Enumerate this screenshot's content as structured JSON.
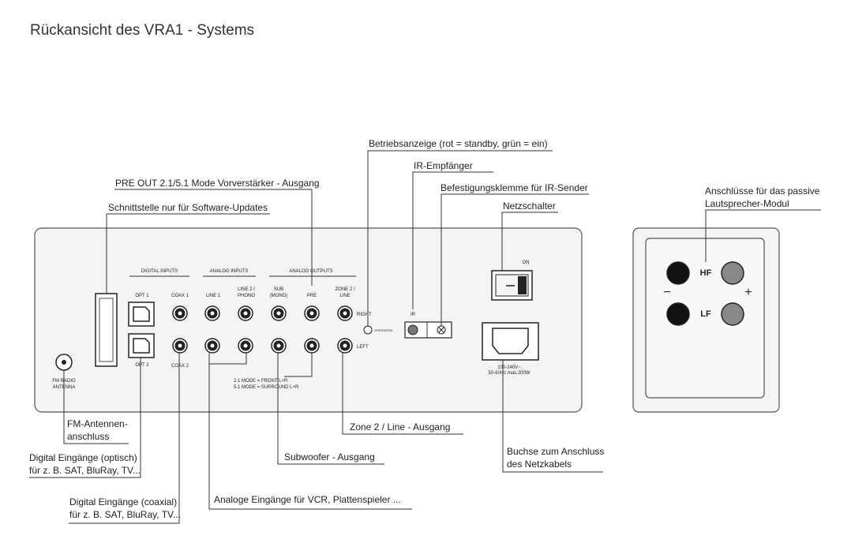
{
  "title": "Rückansicht des VRA1 - Systems",
  "panel": {
    "section_digital": "DIGITAL INPUTS",
    "section_analog": "ANALOG INPUTS",
    "section_outputs": "ANALOG OUTPUTS",
    "opt1": "OPT 1",
    "opt2": "OPT 2",
    "coax1": "COAX 1",
    "coax2": "COAX 2",
    "line1": "LINE 1",
    "line2_a": "LINE 2 /",
    "line2_b": "PHONO",
    "sub_a": "SUB",
    "sub_b": "(MONO)",
    "pre": "PRE",
    "zone2_a": "ZONE 2 /",
    "zone2_b": "LINE",
    "right": "RIGHT",
    "left": "LEFT",
    "operation": "OPERATION",
    "ir": "IR",
    "on": "ON",
    "mode21": "2.1 MODE = FRONT L+R",
    "mode51": "5.1 MODE = SURROUND L+R",
    "fm_a": "FM RADIO",
    "fm_b": "ANTENNA",
    "power_a": "100-240V~",
    "power_b": "50-60Hz  max.200W"
  },
  "speaker": {
    "hf": "HF",
    "lf": "LF",
    "minus": "−",
    "plus": "+"
  },
  "annotations": {
    "betrieb": "Betriebsanzeige (rot = standby, grün = ein)",
    "ir_empf": "IR-Empfänger",
    "klemme": "Befestigungsklemme für IR-Sender",
    "netzschalter": "Netzschalter",
    "preout": "PRE OUT 2.1/5.1 Mode Vorverstärker - Ausgang",
    "schnittstelle": "Schnittstelle nur für Software-Updates",
    "passiv_a": "Anschlüsse für das passive",
    "passiv_b": "Lautsprecher-Modul",
    "fm_a": "FM-Antennen-",
    "fm_b": "anschluss",
    "opt_a": "Digital Eingänge (optisch)",
    "opt_b": "für z. B. SAT, BluRay, TV...",
    "coax_a": "Digital Eingänge (coaxial)",
    "coax_b": "für z. B. SAT, BluRay, TV...",
    "analog": "Analoge Eingänge für VCR, Plattenspieler ...",
    "sub": "Subwoofer - Ausgang",
    "zone": "Zone 2 / Line - Ausgang",
    "netzkabel_a": "Buchse zum Anschluss",
    "netzkabel_b": "des Netzkabels"
  }
}
